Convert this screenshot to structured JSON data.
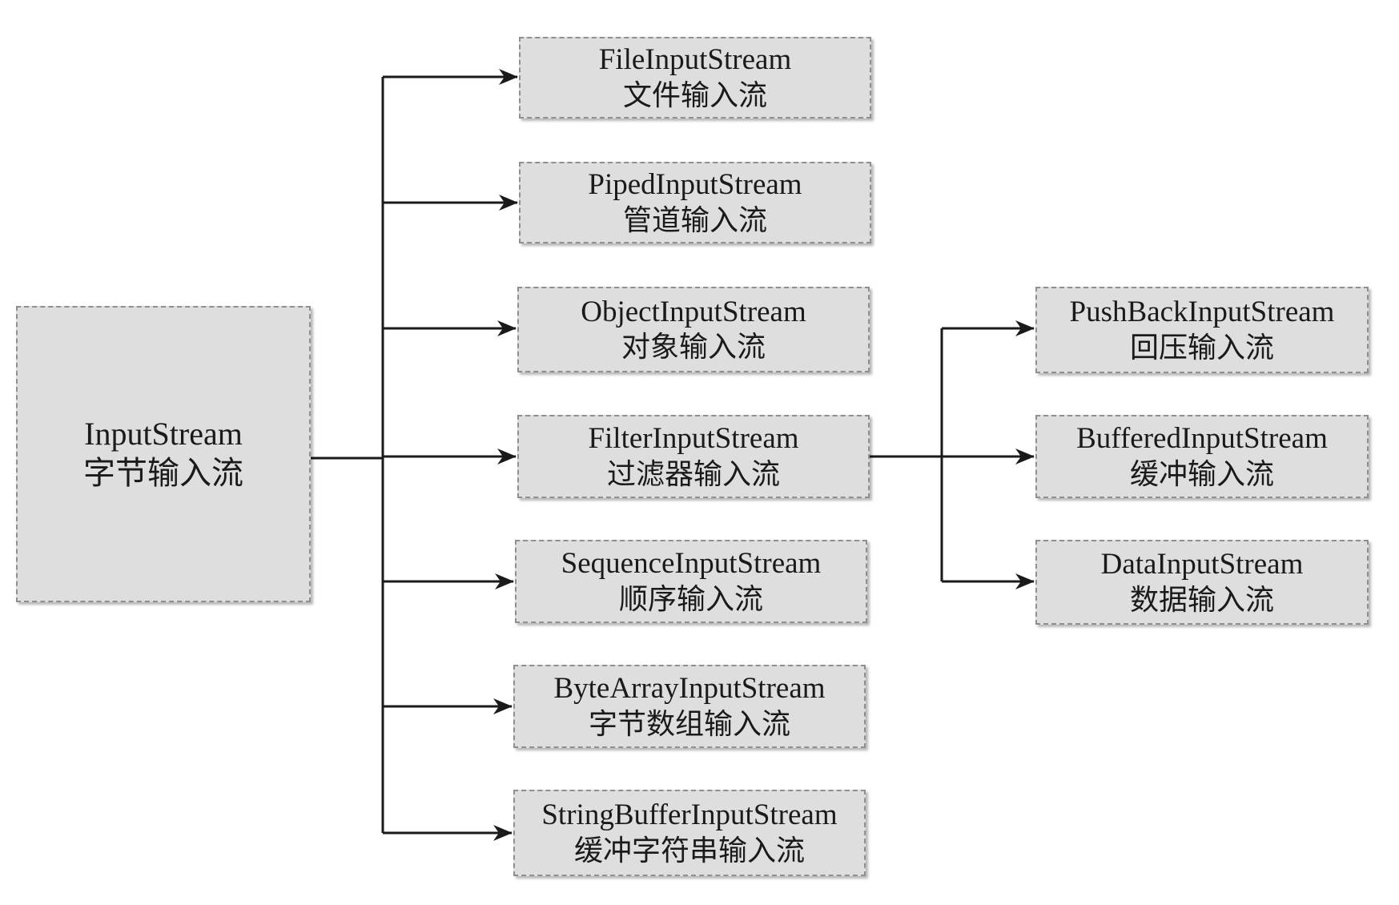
{
  "diagram": {
    "root": {
      "en": "InputStream",
      "zh": "字节输入流"
    },
    "children": [
      {
        "key": "file",
        "en": "FileInputStream",
        "zh": "文件输入流"
      },
      {
        "key": "piped",
        "en": "PipedInputStream",
        "zh": "管道输入流"
      },
      {
        "key": "object",
        "en": "ObjectInputStream",
        "zh": "对象输入流"
      },
      {
        "key": "filter",
        "en": "FilterInputStream",
        "zh": "过滤器输入流"
      },
      {
        "key": "seq",
        "en": "SequenceInputStream",
        "zh": "顺序输入流"
      },
      {
        "key": "bytearr",
        "en": "ByteArrayInputStream",
        "zh": "字节数组输入流"
      },
      {
        "key": "strbuf",
        "en": "StringBufferInputStream",
        "zh": "缓冲字符串输入流"
      }
    ],
    "filter_children": [
      {
        "key": "pushback",
        "en": "PushBackInputStream",
        "zh": "回压输入流"
      },
      {
        "key": "buffered",
        "en": "BufferedInputStream",
        "zh": "缓冲输入流"
      },
      {
        "key": "data",
        "en": "DataInputStream",
        "zh": "数据输入流"
      }
    ],
    "colors": {
      "box_fill": "#dedede",
      "box_border": "#8f8f8f",
      "line": "#1a1a1a"
    }
  }
}
